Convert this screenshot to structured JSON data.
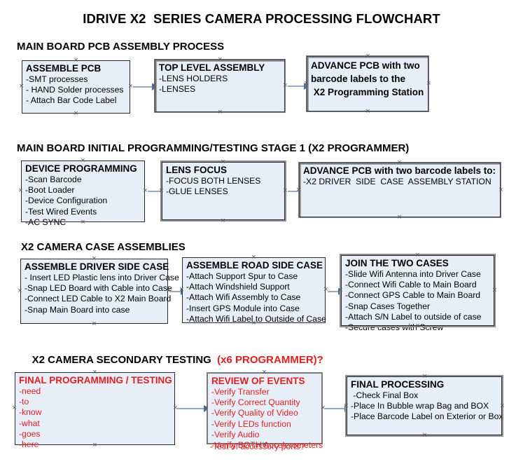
{
  "document": {
    "title": "IDRIVE X2  SERIES CAMERA PROCESSING FLOWCHART"
  },
  "colors": {
    "box_fill": "#e8eef7",
    "box_border": "#2b2b2b",
    "arrow_line": "#93a9c4",
    "arrow_head": "#4a6fa5",
    "red_accent": "#e02020",
    "text": "#000000"
  },
  "sections": [
    {
      "id": "main-board-pcb-assembly",
      "heading": "MAIN BOARD PCB ASSEMBLY PROCESS",
      "heading_suffix": "",
      "boxes": [
        {
          "id": "assemble-pcb",
          "title": "ASSEMBLE PCB",
          "lines": [
            "-SMT processes",
            "- HAND Solder processes",
            "- Attach Bar Code Label"
          ]
        },
        {
          "id": "top-level-assembly",
          "title": "TOP LEVEL ASSEMBLY",
          "lines": [
            "-LENS HOLDERS",
            "-LENSES"
          ]
        },
        {
          "id": "advance-pcb-to-x2-programming-station",
          "title": "ADVANCE PCB with two\nbarcode labels to the\n X2 Programming Station",
          "lines": []
        }
      ]
    },
    {
      "id": "main-board-initial-programming",
      "heading": "MAIN BOARD INITIAL PROGRAMMING/TESTING STAGE 1 (X2 PROGRAMMER)",
      "heading_suffix": "",
      "boxes": [
        {
          "id": "device-programming",
          "title": "DEVICE PROGRAMMING",
          "lines": [
            "-Scan Barcode",
            "-Boot Loader",
            "-Device Configuration",
            "-Test Wired Events",
            "-AC SYNC"
          ]
        },
        {
          "id": "lens-focus",
          "title": "LENS FOCUS",
          "lines": [
            "-FOCUS BOTH LENSES",
            "-GLUE LENSES"
          ]
        },
        {
          "id": "advance-pcb-to-driver-side-case-station",
          "title": "ADVANCE PCB with two barcode labels to:",
          "lines": [
            "-X2 DRIVER  SIDE  CASE  ASSEMBLY STATION"
          ]
        }
      ]
    },
    {
      "id": "x2-camera-case-assemblies",
      "heading": "X2 CAMERA CASE ASSEMBLIES",
      "heading_suffix": "",
      "boxes": [
        {
          "id": "assemble-driver-side-case",
          "title": "ASSEMBLE DRIVER SIDE CASE",
          "lines": [
            "- Insert LED Plastic lens into Driver Case",
            "-Snap LED Board with Cable into Case",
            "-Connect LED Cable to X2 Main Board",
            "-Snap Main Board into case"
          ]
        },
        {
          "id": "assemble-road-side-case",
          "title": "ASSEMBLE ROAD SIDE CASE",
          "lines": [
            "-Attach Support Spur to Case",
            "-Attach Windshield Support",
            "-Attach Wifi Assembly to Case",
            "-Insert GPS Module into Case",
            "-Attach Wifi Label to Outside of Case"
          ]
        },
        {
          "id": "join-the-two-cases",
          "title": "JOIN THE TWO CASES",
          "lines": [
            "-Slide Wifi Antenna into Driver Case",
            "-Connect Wifi Cable to Main Board",
            "-Connect GPS Cable to Main Board",
            "-Snap Cases Together",
            "-Attach S/N Label to outside of case",
            "-Secure cases with Screw"
          ]
        }
      ]
    },
    {
      "id": "x2-camera-secondary-testing",
      "heading": "X2 CAMERA SECONDARY TESTING  ",
      "heading_suffix": "(x6 PROGRAMMER)?",
      "boxes": [
        {
          "id": "final-programming-testing",
          "title": "FINAL PROGRAMMING / TESTING",
          "lines": [
            "-need",
            "-to",
            "-know",
            "-what",
            "-goes",
            "-here"
          ]
        },
        {
          "id": "review-of-events",
          "title": "REVIEW OF EVENTS",
          "lines": [
            "-Verify Transfer",
            "-Verify Correct Quantity",
            "-Verify Quality of Video",
            "-Verify LEDs function",
            "-Verify Audio",
            "-Verify BOTH Accelerometers"
          ],
          "overflow_line": "-Test of accessory ports?"
        },
        {
          "id": "final-processing",
          "title": "FINAL PROCESSING",
          "lines": [
            " -Check Final Box",
            "-Place In Bubble wrap Bag and BOX",
            "-Place Barcode Label on Exterior or Box"
          ]
        }
      ]
    }
  ],
  "handle_glyph": "×"
}
